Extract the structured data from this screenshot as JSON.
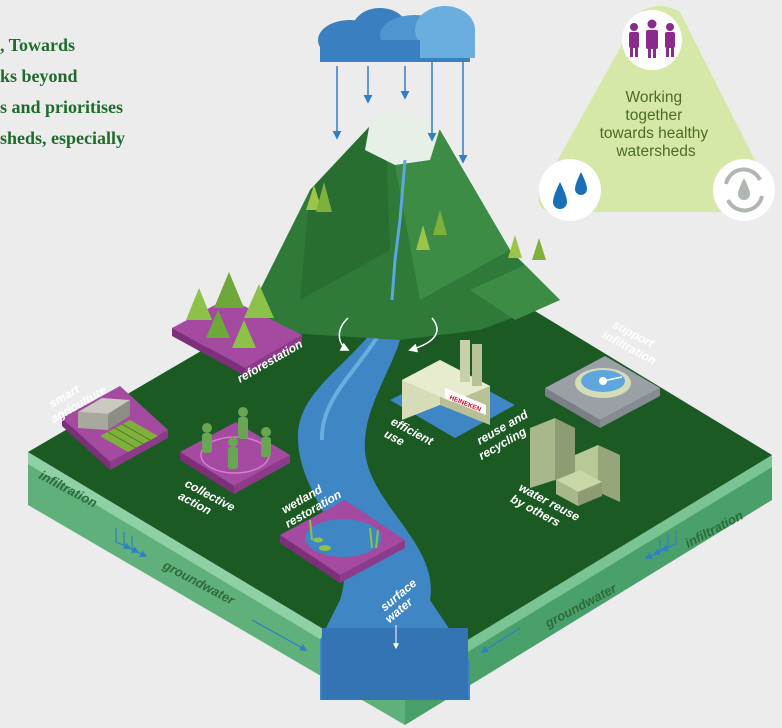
{
  "intro_text": [
    ", Towards",
    "ks beyond",
    "s and prioritises",
    "sheds, especially"
  ],
  "badge": {
    "lines": [
      "Working",
      "together",
      "towards healthy",
      "watersheds"
    ],
    "icons": [
      "people-icon",
      "water-drops-icon",
      "water-cycle-icon"
    ]
  },
  "labels": {
    "smart_agriculture": [
      "smart",
      "agriculture"
    ],
    "reforestation": "reforestation",
    "collective_action": [
      "collective",
      "action"
    ],
    "wetland_restoration": [
      "wetland",
      "restoration"
    ],
    "efficient_use": [
      "efficient",
      "use"
    ],
    "reuse_recycling": [
      "reuse and",
      "recycling"
    ],
    "support_infiltration": [
      "support",
      "infiltration"
    ],
    "water_reuse": [
      "water reuse",
      "by others"
    ],
    "surface_water": [
      "surface",
      "water"
    ],
    "infiltration_left": "infiltration",
    "infiltration_right": "infiltration",
    "groundwater_left": "groundwater",
    "groundwater_right": "groundwater",
    "brewery_sign": "HEINEKEN"
  },
  "colors": {
    "land": "#1c5a24",
    "soil_side": "#5fb07a",
    "soil_top_band": "#8fd0a4",
    "river": "#3f86c4",
    "river_light": "#6aaee0",
    "purple_plot": "#a44aa0",
    "badge_fill": "#d5e8a8",
    "people": "#8a2a8c",
    "drops": "#1b6fb8",
    "text_green": "#1f6b2d"
  }
}
